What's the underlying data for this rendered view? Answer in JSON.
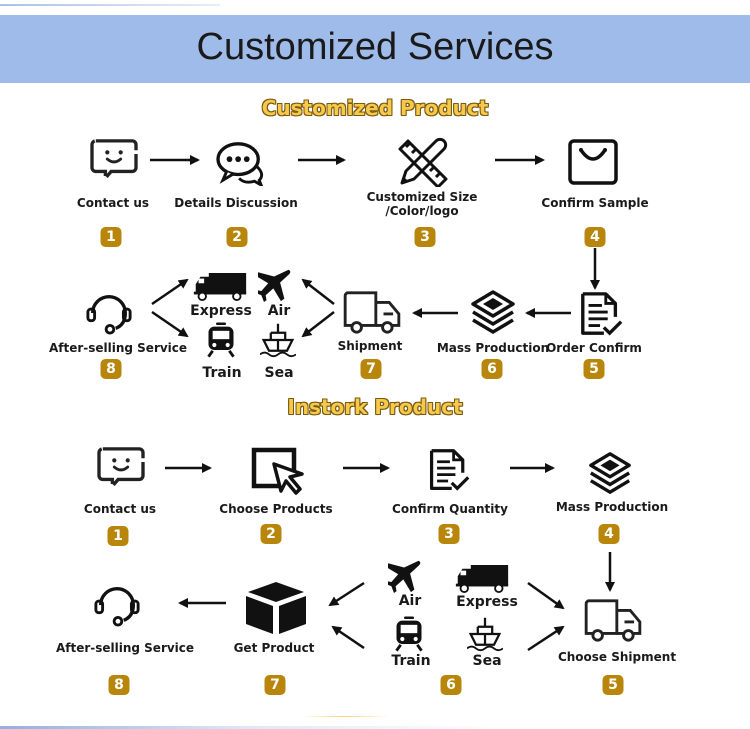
{
  "header": {
    "title": "Customized Services"
  },
  "colors": {
    "banner": "#9fbbe9",
    "badge": "#b8860b",
    "section_title": "#f7c94a"
  },
  "customized": {
    "title": "Customized Product",
    "steps": [
      {
        "num": "1",
        "label": "Contact us",
        "icon": "chat-smile-icon"
      },
      {
        "num": "2",
        "label": "Details Discussion",
        "icon": "speech-bubbles-icon"
      },
      {
        "num": "3",
        "label": "Customized Size",
        "label2": "/Color/logo",
        "icon": "ruler-pencil-icon"
      },
      {
        "num": "4",
        "label": "Confirm Sample",
        "icon": "shopping-bag-icon"
      },
      {
        "num": "5",
        "label": "Order Confirm",
        "icon": "document-check-icon"
      },
      {
        "num": "6",
        "label": "Mass Production",
        "icon": "layers-icon"
      },
      {
        "num": "7",
        "label": "Shipment",
        "icon": "truck-icon"
      },
      {
        "num": "8",
        "label": "After-selling Service",
        "icon": "headset-icon"
      }
    ],
    "transport": {
      "express": "Express",
      "air": "Air",
      "train": "Train",
      "sea": "Sea"
    }
  },
  "instock": {
    "title": "Instork Product",
    "steps": [
      {
        "num": "1",
        "label": "Contact us",
        "icon": "chat-smile-icon"
      },
      {
        "num": "2",
        "label": "Choose Products",
        "icon": "cursor-select-icon"
      },
      {
        "num": "3",
        "label": "Confirm Quantity",
        "icon": "document-check-icon"
      },
      {
        "num": "4",
        "label": "Mass Production",
        "icon": "layers-icon"
      },
      {
        "num": "5",
        "label": "Choose Shipment",
        "icon": "truck-icon"
      },
      {
        "num": "6",
        "label": "",
        "icon": "transport-options"
      },
      {
        "num": "7",
        "label": "Get Product",
        "icon": "box-icon"
      },
      {
        "num": "8",
        "label": "After-selling Service",
        "icon": "headset-icon"
      }
    ],
    "transport": {
      "air": "Air",
      "express": "Express",
      "train": "Train",
      "sea": "Sea"
    }
  }
}
